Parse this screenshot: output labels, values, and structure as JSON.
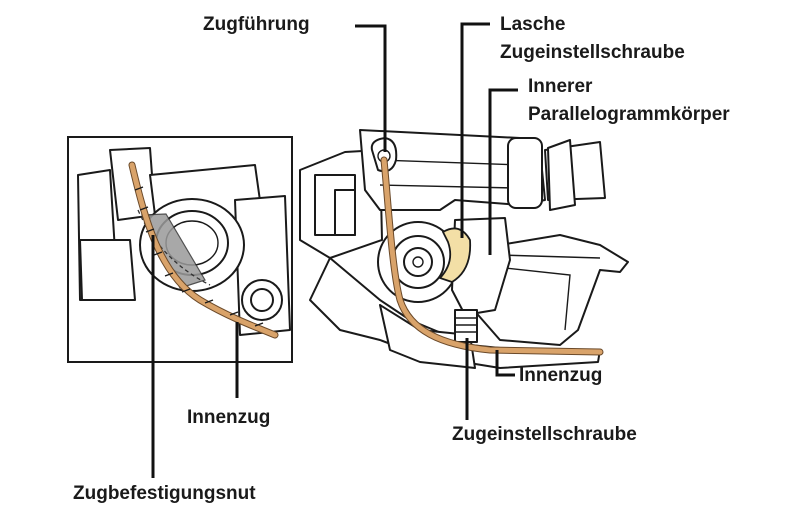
{
  "labels": {
    "cable_guide": "Zugführung",
    "adjust_tab_line1": "Lasche",
    "adjust_tab_line2": "Zugeinstellschraube",
    "inner_link_line1": "Innerer",
    "inner_link_line2": "Parallelogrammkörper",
    "inner_cable_right": "Innenzug",
    "adjust_bolt": "Zugeinstellschraube",
    "inner_cable_left": "Innenzug",
    "fixing_groove": "Zugbefestigungsnut"
  },
  "colors": {
    "cable": "#d9a36a",
    "tab_highlight": "#f3dfa6",
    "outline": "#1a1a1a",
    "groove_shade": "#9a9a9a"
  }
}
